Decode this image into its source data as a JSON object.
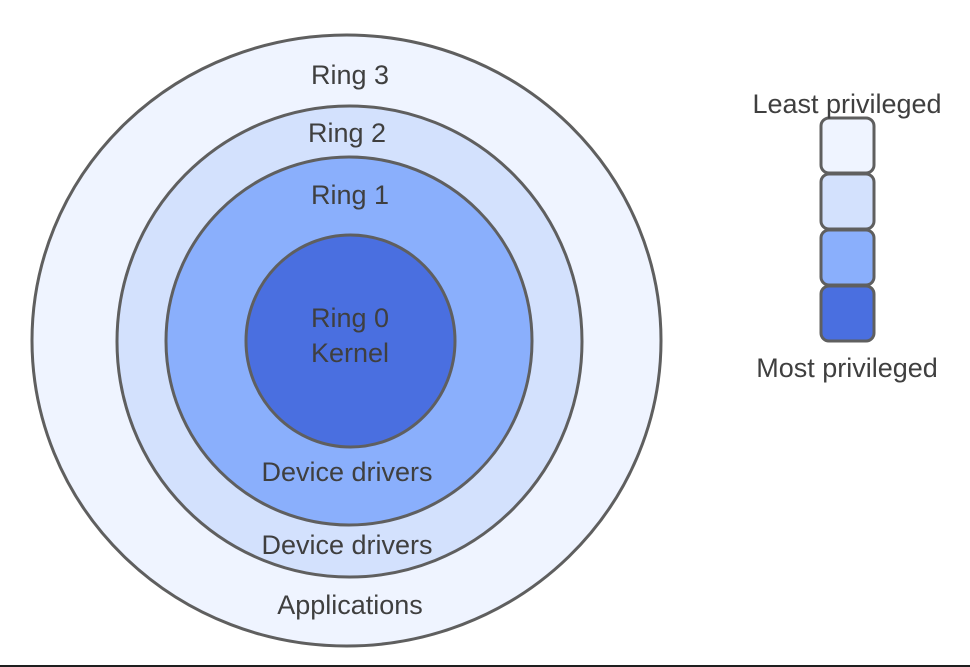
{
  "diagram": {
    "title": "Protection rings",
    "rings": [
      {
        "id": "ring3",
        "name": "Ring 3",
        "role": "Applications",
        "color": "#eff4ff"
      },
      {
        "id": "ring2",
        "name": "Ring 2",
        "role": "Device drivers",
        "color": "#d3e1fd"
      },
      {
        "id": "ring1",
        "name": "Ring 1",
        "role": "Device drivers",
        "color": "#8aaffc"
      },
      {
        "id": "ring0",
        "name": "Ring 0",
        "role": "Kernel",
        "color": "#4a6fe0"
      }
    ],
    "stroke_color": "#5f5f5f",
    "text_color": "#3f3f3f"
  },
  "legend": {
    "top_label": "Least privileged",
    "bottom_label": "Most privileged",
    "swatches": [
      "#eff4ff",
      "#d3e1fd",
      "#8aaffc",
      "#4a6fe0"
    ]
  }
}
